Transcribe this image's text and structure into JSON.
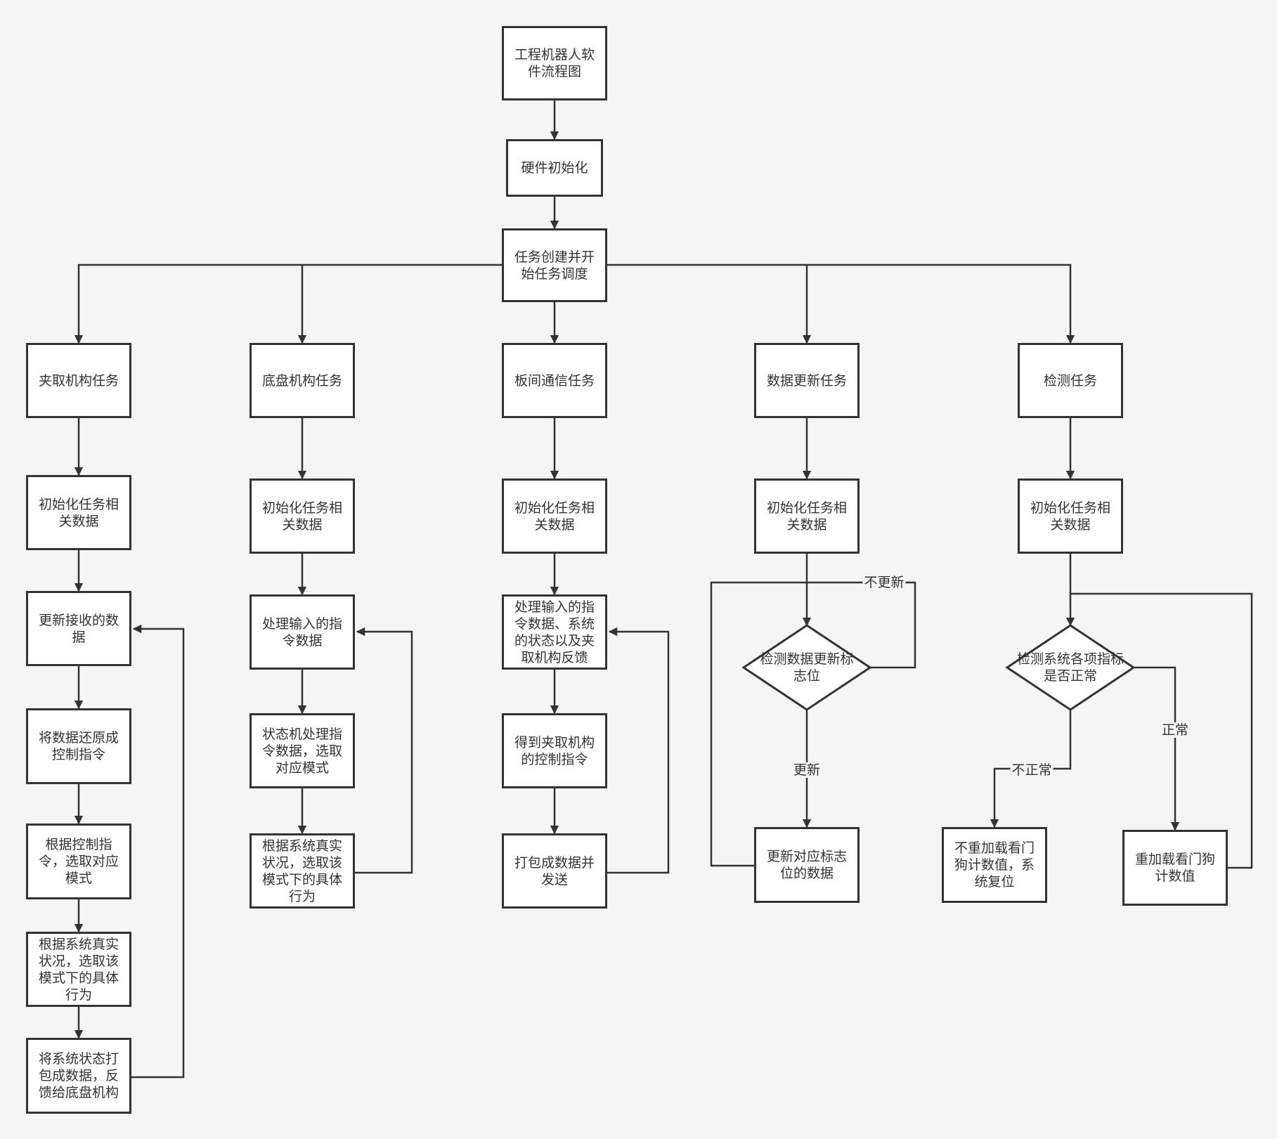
{
  "diagram": {
    "title": "工程机器人软件流程图",
    "init": "硬件初始化",
    "scheduler": "任务创建并开始任务调度",
    "columns": {
      "grab": {
        "task": "夹取机构任务",
        "init": "初始化任务相关数据",
        "steps": [
          "更新接收的数据",
          "将数据还原成控制指令",
          "根据控制指令，选取对应模式",
          "根据系统真实状况，选取该模式下的具体行为",
          "将系统状态打包成数据，反馈给底盘机构"
        ]
      },
      "chassis": {
        "task": "底盘机构任务",
        "init": "初始化任务相关数据",
        "steps": [
          "处理输入的指令数据",
          "状态机处理指令数据，选取对应模式",
          "根据系统真实状况，选取该模式下的具体行为"
        ]
      },
      "comm": {
        "task": "板间通信任务",
        "init": "初始化任务相关数据",
        "steps": [
          "处理输入的指令数据、系统的状态以及夹取机构反馈",
          "得到夹取机构的控制指令",
          "打包成数据并发送"
        ]
      },
      "update": {
        "task": "数据更新任务",
        "init": "初始化任务相关数据",
        "decision": "检测数据更新标志位",
        "action": "更新对应标志位的数据",
        "yes_label": "更新",
        "no_label": "不更新"
      },
      "detect": {
        "task": "检测任务",
        "init": "初始化任务相关数据",
        "decision": "检测系统各项指标是否正常",
        "abnormal_action": "不重加载看门狗计数值，系统复位",
        "normal_action": "重加载看门狗计数值",
        "abnormal_label": "不正常",
        "normal_label": "正常"
      }
    }
  }
}
